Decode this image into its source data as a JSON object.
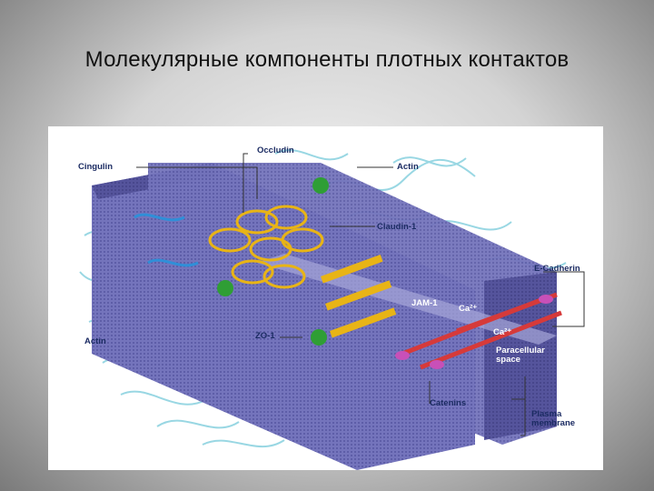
{
  "slide": {
    "title": "Молекулярные компоненты плотных контактов"
  },
  "diagram": {
    "labels": {
      "occludin": "Occludin",
      "cingulin": "Cingulin",
      "actin_top": "Actin",
      "claudin1": "Claudin-1",
      "e_cadherin": "E-Cadherin",
      "jam1": "JAM-1",
      "ca_upper": "Ca²⁺",
      "ca_lower": "Ca²⁺",
      "zo1": "ZO-1",
      "actin_left": "Actin",
      "paracellular_space": "Paracellular space",
      "catenins": "Catenins",
      "plasma_membrane": "Plasma membrane"
    },
    "colors": {
      "membrane": "#6f6fb8",
      "membrane_dark": "#46458e",
      "occludin": "#e8b416",
      "zo1": "#2f9e35",
      "cingulin": "#2f8fd8",
      "e_cadherin": "#d63a3a",
      "catenins": "#c850b8",
      "actin": "#8fd3e0",
      "leader": "#333333"
    }
  }
}
